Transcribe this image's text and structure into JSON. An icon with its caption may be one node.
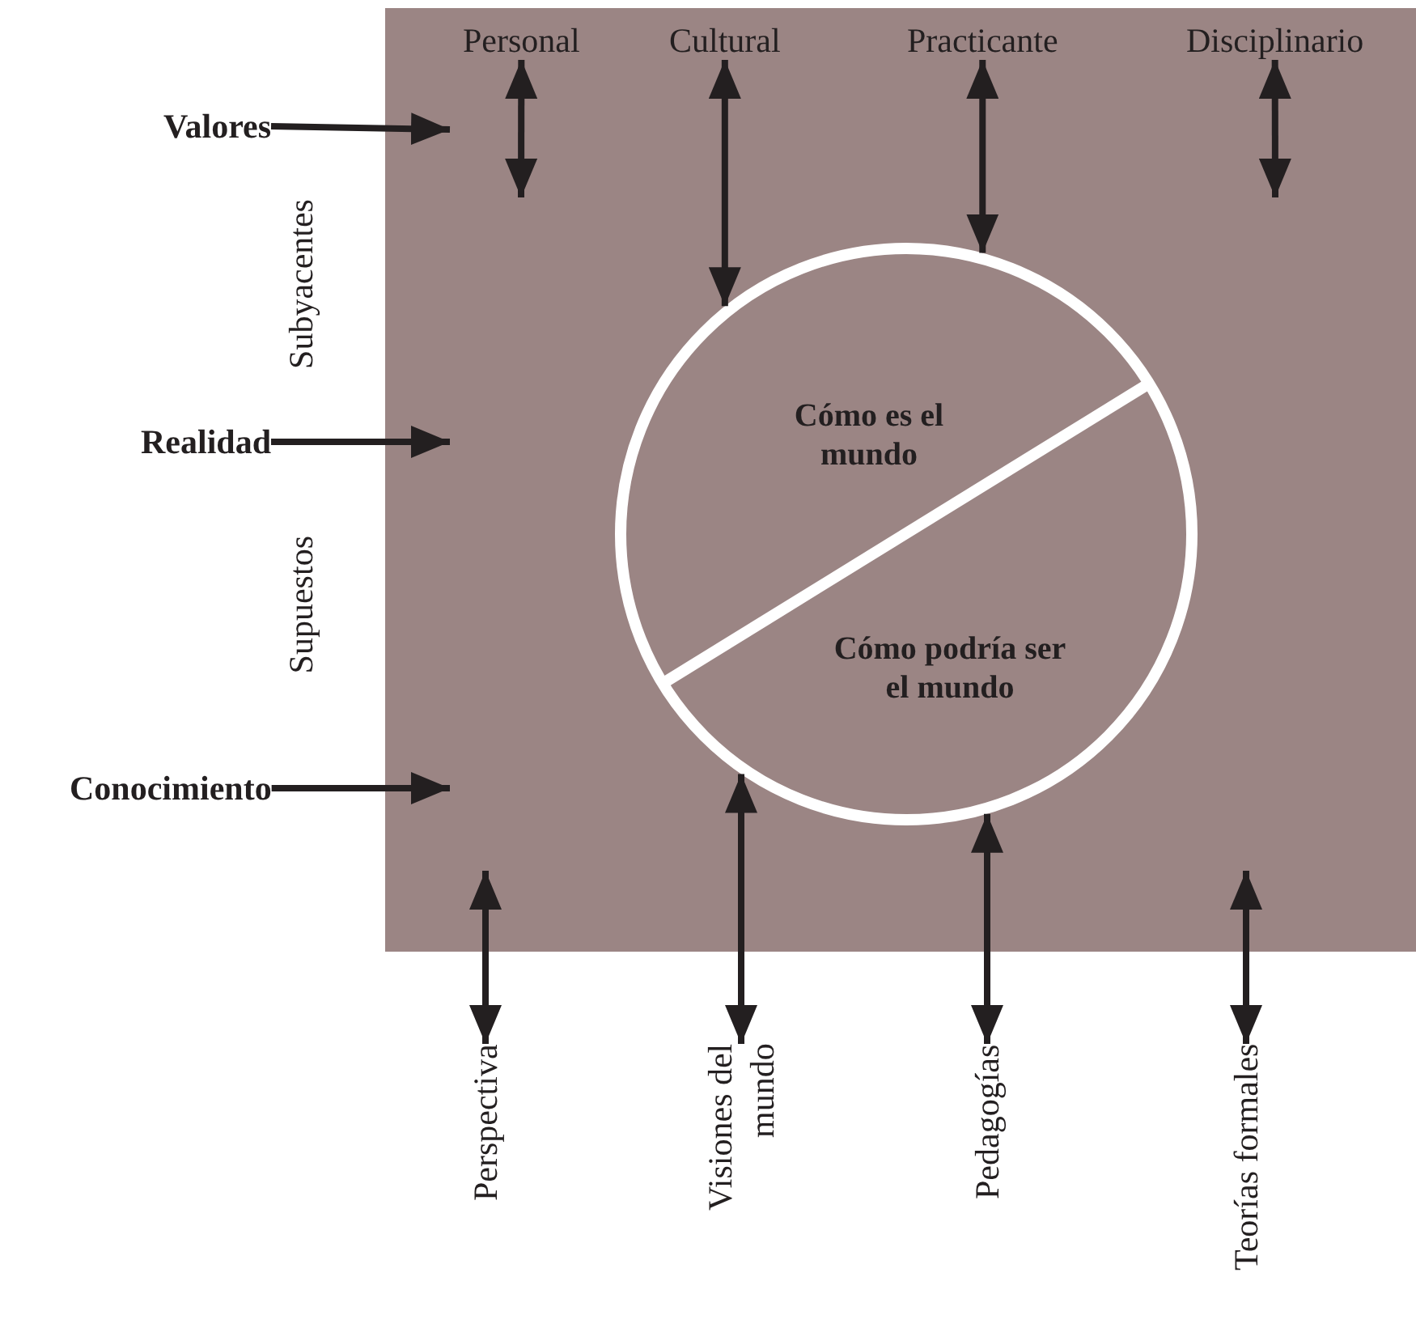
{
  "diagram": {
    "nodes": [
      {
        "text": [],
        "shape": "box"
      },
      {
        "text": [
          "Cómo es el mundo",
          "Cómo podría ser el mundo"
        ],
        "in": 0
      },
      {
        "text": [
          "Personal"
        ],
        "in": 0
      },
      {
        "text": [
          "Cultural"
        ],
        "in": 0
      },
      {
        "text": [
          "Practicante"
        ],
        "in": 0
      },
      {
        "text": [
          "Disciplinario"
        ],
        "in": 0
      },
      {
        "text": [
          "Valores"
        ]
      },
      {
        "text": [
          "Realidad"
        ]
      },
      {
        "text": [
          "Conocimiento"
        ]
      },
      {
        "text": [
          "Perspectiva"
        ]
      },
      {
        "text": [
          "Visiones del mundo"
        ]
      },
      {
        "text": [
          "Pedagogías"
        ]
      },
      {
        "text": [
          "Teorías formales"
        ]
      }
    ],
    "edges": [
      {
        "from": 2,
        "to": null,
        "arrow": "both"
      },
      {
        "from": 3,
        "to": 1,
        "arrow": "both"
      },
      {
        "from": 4,
        "to": 1,
        "arrow": "both"
      },
      {
        "from": 5,
        "to": null,
        "arrow": "both"
      },
      {
        "from": 6,
        "to": null,
        "arrow": "to"
      },
      {
        "from": 7,
        "to": null,
        "arrow": "to"
      },
      {
        "from": 8,
        "to": null,
        "arrow": "to"
      },
      {
        "from": 9,
        "to": null,
        "arrow": "both"
      },
      {
        "from": 10,
        "to": 1,
        "arrow": "both"
      },
      {
        "from": 11,
        "to": 1,
        "arrow": "both"
      },
      {
        "from": 12,
        "to": null,
        "arrow": "both"
      }
    ],
    "labels": [
      "Subyacentes",
      "Supuestos"
    ]
  }
}
